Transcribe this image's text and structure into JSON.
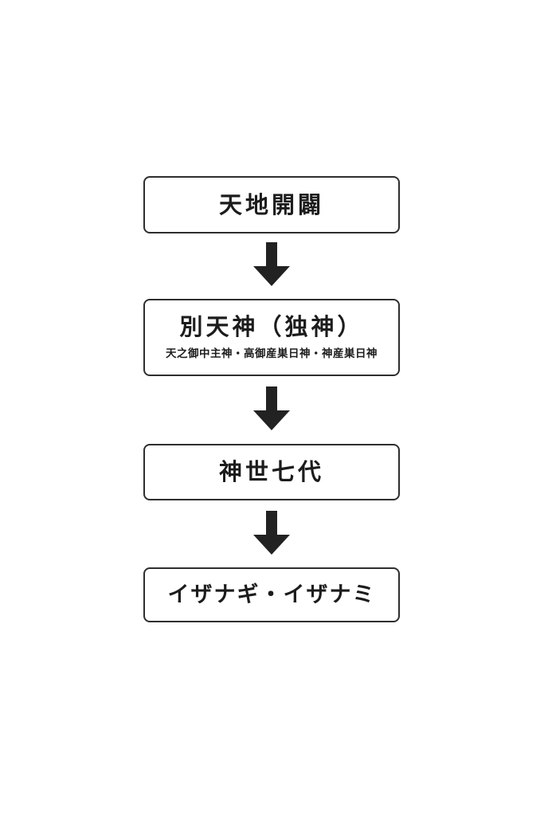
{
  "page": {
    "background_color": "#ffffff",
    "type": "flowchart"
  },
  "colors": {
    "box_border": "#2e2e2e",
    "text": "#1c1c1c",
    "arrow": "#222222",
    "box_background": "#ffffff"
  },
  "flowchart": {
    "nodes": [
      {
        "id": "tenchi-kaibyaku",
        "label": "天地開闢"
      },
      {
        "id": "kotoamatsukami",
        "label": "別天神（独神）",
        "sublabel": "天之御中主神・高御産巣日神・神産巣日神"
      },
      {
        "id": "kamiyo-nanayo",
        "label": "神世七代"
      },
      {
        "id": "izanagi-izanami",
        "label": "イザナギ・イザナミ"
      }
    ],
    "connector": "down-arrow",
    "connector_count": 3
  }
}
